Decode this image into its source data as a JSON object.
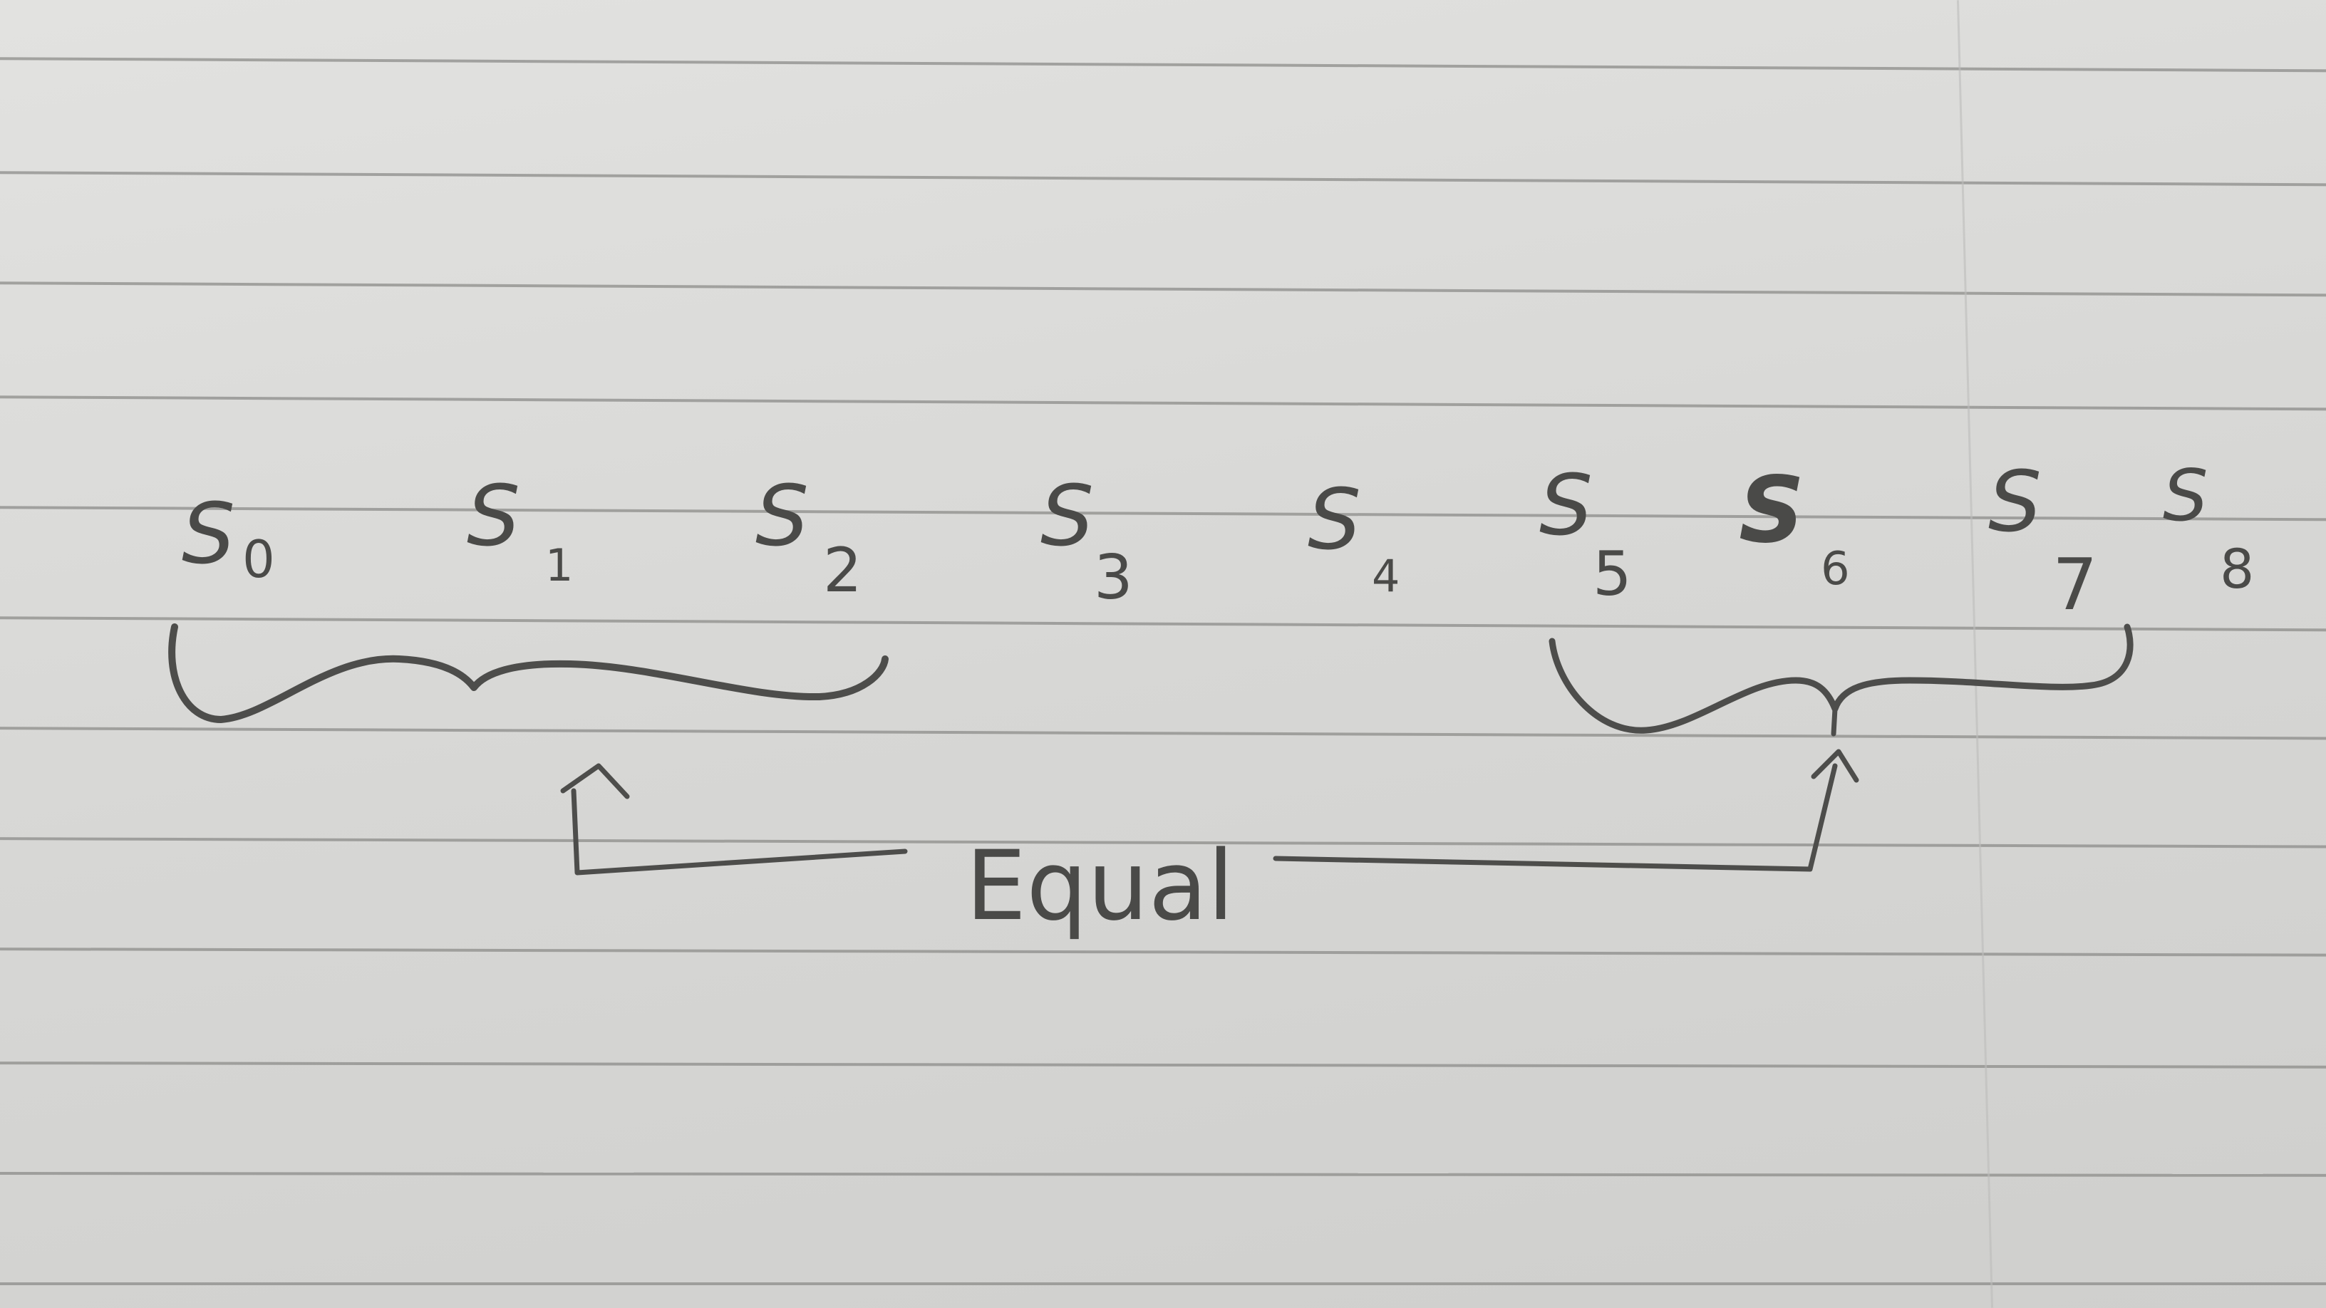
{
  "terms": [
    {
      "letter": "S",
      "sub": "0"
    },
    {
      "letter": "S",
      "sub": "1"
    },
    {
      "letter": "S",
      "sub": "2"
    },
    {
      "letter": "S",
      "sub": "3"
    },
    {
      "letter": "S",
      "sub": "4"
    },
    {
      "letter": "S",
      "sub": "5"
    },
    {
      "letter": "S",
      "sub": "6"
    },
    {
      "letter": "S",
      "sub": "7"
    },
    {
      "letter": "S",
      "sub": "8"
    }
  ],
  "equal_label": "Equal",
  "colors": {
    "paper": "#d9d9d7",
    "rule_line": "#8c8c8a",
    "ink": "#4d4d4b"
  }
}
